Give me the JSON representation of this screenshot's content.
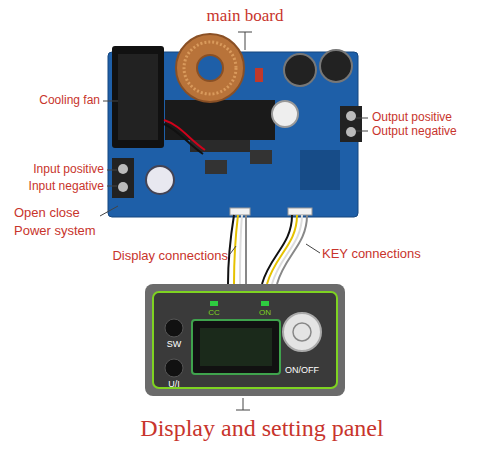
{
  "diagram": {
    "labels": [
      "main board",
      "Cooling fan",
      "Output positive",
      "Output negative",
      "Input positive",
      "Input negative",
      "Open close Power system",
      "Display connections",
      "KEY connections",
      "CC",
      "ON",
      "SW",
      "U/I",
      "ON/OFF",
      "Display and setting panel"
    ]
  }
}
